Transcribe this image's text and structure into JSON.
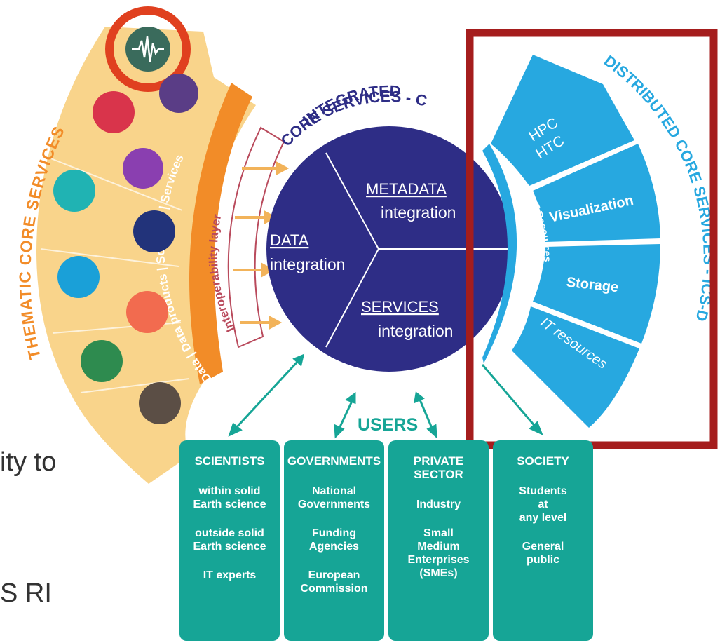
{
  "background_text": {
    "line1": "ity to",
    "line2": "S RI"
  },
  "thematic": {
    "title": "THEMATIC CORE SERVICES",
    "band": "Data | Data products | Software | Services",
    "interop": "Interoperability layer",
    "accent_color": "#f28c28",
    "fan_color": "#f9d48b",
    "icons": [
      "seismology-icon",
      "near-fault-observatories-icon",
      "volcano-observations-icon",
      "gnss-data-products-icon",
      "satellite-data-icon",
      "geomagnetic-observations-icon",
      "anthropogenic-hazards-icon",
      "geological-information-icon",
      "multi-scale-laboratories-icon",
      "geoenergy-test-beds-icon"
    ]
  },
  "core": {
    "title_line1": "INTEGRATED",
    "title_line2": "CORE SERVICES - C",
    "color": "#2e2d86",
    "data_title": "DATA",
    "data_sub": "integration",
    "metadata_title": "METADATA",
    "metadata_sub": "integration",
    "services_title": "SERVICES",
    "services_sub": "integration"
  },
  "distributed": {
    "title": "DISTRIBUTED CORE SERVICES - ICS-D",
    "access": "Access to IT Resources",
    "color": "#27a8e0",
    "seg1_line1": "HPC",
    "seg1_line2": "HTC",
    "seg2": "Visualization",
    "seg3": "Storage",
    "seg4": "IT resources"
  },
  "users": {
    "label": "USERS",
    "color": "#16a596",
    "columns": [
      {
        "header": [
          "SCIENTISTS"
        ],
        "items": [
          [
            "within solid",
            "Earth science"
          ],
          [
            "outside solid",
            "Earth science"
          ],
          [
            "IT experts"
          ]
        ]
      },
      {
        "header": [
          "GOVERNMENTS"
        ],
        "items": [
          [
            "National",
            "Governments"
          ],
          [
            "Funding",
            "Agencies"
          ],
          [
            "European",
            "Commission"
          ]
        ]
      },
      {
        "header": [
          "PRIVATE",
          "SECTOR"
        ],
        "items": [
          [
            "Industry"
          ],
          [
            "Small",
            "Medium",
            "Enterprises",
            "(SMEs)"
          ]
        ]
      },
      {
        "header": [
          "SOCIETY"
        ],
        "items": [
          [
            "Students",
            "at",
            "any level"
          ],
          [
            "General",
            "public"
          ]
        ]
      }
    ]
  },
  "highlight_color": "#a51d1d",
  "circle_highlight_color": "#e0401f"
}
